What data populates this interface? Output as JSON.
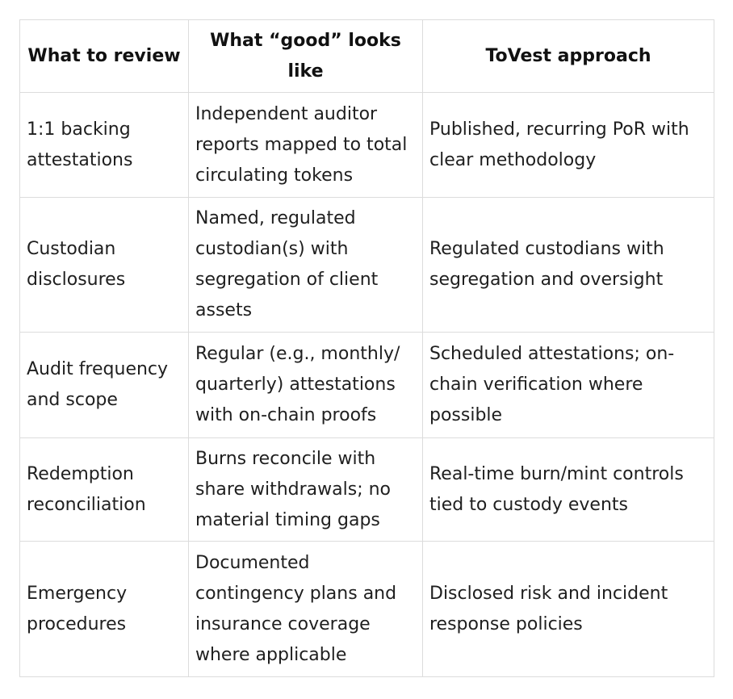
{
  "table": {
    "headers": [
      "What to review",
      "What “good” looks like",
      "ToVest approach"
    ],
    "rows": [
      [
        "1:1 backing attestations",
        "Independent auditor reports mapped to total circulating tokens",
        "Published, recurring PoR with clear methodology"
      ],
      [
        "Custodian disclosures",
        "Named, regulated custodian(s) with segregation of client assets",
        "Regulated custodians with segregation and oversight"
      ],
      [
        "Audit frequency and scope",
        "Regular (e.g., monthly/ quarterly) attestations with on-chain proofs",
        "Scheduled attestations; on-chain verification where possible"
      ],
      [
        "Redemption reconciliation",
        "Burns reconcile with share withdrawals; no material timing gaps",
        "Real-time burn/mint controls tied to custody events"
      ],
      [
        "Emergency procedures",
        "Documented contingency plans and insurance coverage where applicable",
        "Disclosed risk and incident response policies"
      ]
    ]
  }
}
